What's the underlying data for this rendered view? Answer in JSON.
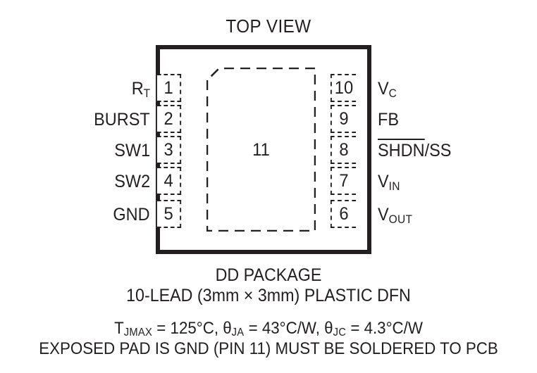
{
  "diagram": {
    "title": "TOP VIEW",
    "package_body": {
      "exposed_pad_number": "11"
    },
    "pins_left": [
      {
        "number": "1",
        "label": "R",
        "sub": "T",
        "overline": false
      },
      {
        "number": "2",
        "label": "BURST",
        "sub": "",
        "overline": false
      },
      {
        "number": "3",
        "label": "SW1",
        "sub": "",
        "overline": false
      },
      {
        "number": "4",
        "label": "SW2",
        "sub": "",
        "overline": false
      },
      {
        "number": "5",
        "label": "GND",
        "sub": "",
        "overline": false
      }
    ],
    "pins_right": [
      {
        "number": "10",
        "label": "V",
        "sub": "C",
        "overline": false
      },
      {
        "number": "9",
        "label": "FB",
        "sub": "",
        "overline": false
      },
      {
        "number": "8",
        "label": "SHDN",
        "sub": "",
        "suffix": "/SS",
        "overline": true
      },
      {
        "number": "7",
        "label": "V",
        "sub": "IN",
        "overline": false
      },
      {
        "number": "6",
        "label": "V",
        "sub": "OUT",
        "overline": false
      }
    ],
    "caption": {
      "package_name": "DD PACKAGE",
      "lead_description": "10-LEAD (3mm × 3mm) PLASTIC DFN",
      "thermal": {
        "tj_symbol": "T",
        "tj_sub": "JMAX",
        "tj_value": " = 125°C, ",
        "theta_ja_symbol": "θ",
        "theta_ja_sub": "JA",
        "theta_ja_value": " = 43°C/W, ",
        "theta_jc_symbol": "θ",
        "theta_jc_sub": "JC",
        "theta_jc_value": " = 4.3°C/W"
      },
      "exposed_pad_note": "EXPOSED PAD IS GND (PIN 11) MUST BE SOLDERED TO PCB"
    },
    "colors": {
      "ink": "#231f20",
      "background": "#ffffff"
    }
  }
}
